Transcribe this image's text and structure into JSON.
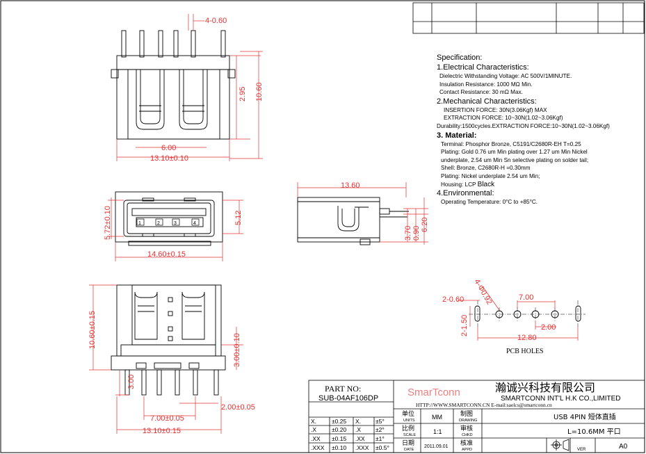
{
  "spec": {
    "title": "Specification:",
    "s1_title": "1.Electrical Characteristics:",
    "s1_items": [
      "Dielectric Withstanding Voltage: AC 500V/1MINUTE.",
      "Insulation Resistance: 1000 MΩ Min.",
      "Contact Resistance: 30 mΩ Max."
    ],
    "s2_title": "2.Mechanical Characteristics:",
    "s2_items": [
      "INSERTION  FORCE: 30N(3.06Kgf) MAX",
      "EXTRACTION  FORCE: 10~30N(1.02~3.06Kgf)"
    ],
    "s2_durability": "Durability:1500cycles.EXTRACTION  FORCE:10~30N(1.02~3.06Kgf)",
    "s3_title": "3. Material:",
    "s3_items": [
      "Terminal: Phosphor Bronze, C5191/C2680R-EH T=0.25",
      "Plating: Gold 0.76 um Min plating over 1.27 um Min Nickel",
      "underplate, 2.54 um Min Sn selective plating on solder tail;",
      "Shell:  Bronze, C2680R-H =0.30mm",
      "Plating: Nickel underplate 2.54 um Min;"
    ],
    "s3_housing": "Housing: LCP",
    "s3_housing_color": "Black",
    "s4_title": "4.Environmental:",
    "s4_items": [
      "Operating Temperature: 0°C to +85°C."
    ]
  },
  "dims": {
    "top_pitch": "4-0.60",
    "top_h1": "2.95",
    "top_h2": "10.60",
    "top_w1": "6.00",
    "top_w2": "13.10±0.10",
    "front_h1": "5.72±0.10",
    "front_h2": "5.12",
    "front_w": "14.60±0.15",
    "front_pins": [
      "1",
      "2",
      "3",
      "4"
    ],
    "side_w": "13.60",
    "side_h1": "3.70",
    "side_h2": "0.90",
    "side_h3": "6.20",
    "bot_h1": "10.60±0.15",
    "bot_h2": "3.00±0.10",
    "bot_h3": "3.00",
    "bot_w1": "7.00±0.05",
    "bot_w2": "13.10±0.15",
    "bot_w3": "2.00±0.05"
  },
  "pcb": {
    "label": "PCB HOLES",
    "d1": "2-0.60",
    "d2": "4-Φ0.92",
    "d3": "7.00",
    "d4": "2.00",
    "d5": "2-1.50",
    "d6": "12.80"
  },
  "title_block": {
    "part_label": "PART NO:",
    "part_no": "SUB-04AF106DP",
    "brand": "SmarTconn",
    "company_cn": "瀚诚兴科技有限公司",
    "company_en": "SMARTCONN INT'L H.K CO.,LIMITED",
    "contact": "HTTP://WWW.SMARTCONN.CN   E-mail:saelcs@smartconn.cn",
    "tol": [
      [
        "X.",
        "±0.25",
        "X.",
        "±5°"
      ],
      [
        ".X",
        "±0.20",
        ".X",
        "±2°"
      ],
      [
        ".XX",
        "±0.15",
        ".XX",
        "±1°"
      ],
      [
        ".XXX",
        "±0.10",
        ".XXX",
        "±0.5°"
      ]
    ],
    "units_cn": "单位",
    "units_en": "UNITS",
    "units_val": "MM",
    "drawing_cn": "制图",
    "drawing_en": "DRAWING",
    "scale_cn": "比例",
    "scale_en": "SCALE",
    "scale_val": "1:1",
    "chkd_cn": "审核",
    "chkd_en": "CHKD",
    "date_cn": "日期",
    "date_en": "DATE",
    "date_val": "2011.09.01",
    "appd_cn": "核准",
    "appd_en": "APPD",
    "desc1": "USB  4PIN 短体直插",
    "desc2": "L=10.6MM  平口",
    "ver_label": "VER",
    "ver_val": "A0"
  },
  "colors": {
    "dim": "#e53030",
    "line": "#000000"
  }
}
